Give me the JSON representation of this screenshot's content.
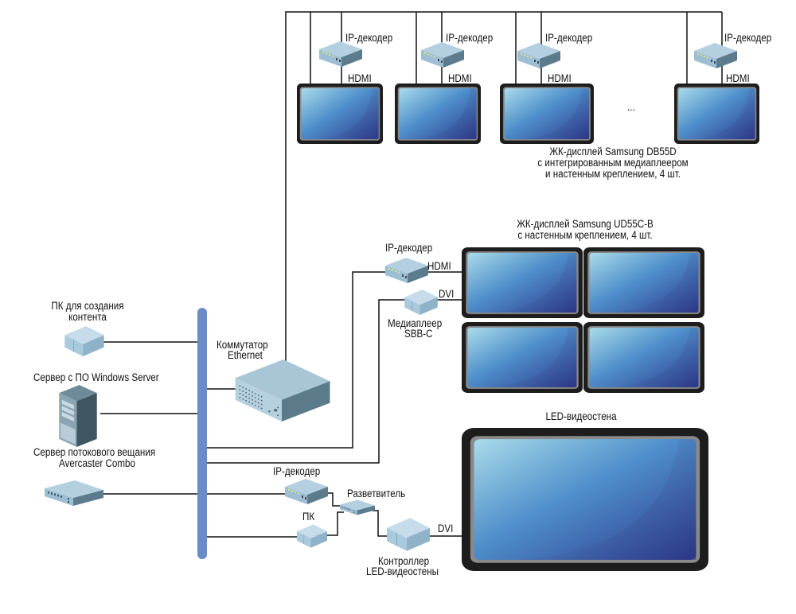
{
  "diagram": {
    "top_row": {
      "decoder_labels": [
        "IP-декодер",
        "IP-декодер",
        "IP-декодер",
        "IP-декодер"
      ],
      "link_labels": [
        "HDMI",
        "HDMI",
        "HDMI",
        "HDMI"
      ],
      "ellipsis": "...",
      "caption": [
        "ЖК-дисплей Samsung DB55D",
        "с интегрированным медиаплеером",
        "и настенным креплением, 4 шт."
      ]
    },
    "video_wall": {
      "caption": [
        "ЖК-дисплей Samsung UD55C-B",
        "с настенным креплением, 4 шт."
      ],
      "decoder_label": "IP-декодер",
      "hdmi_label": "HDMI",
      "dvi_label": "DVI",
      "player_label": [
        "Медиаплеер",
        "SBB-C"
      ]
    },
    "left": {
      "pc_label": [
        "ПК для создания",
        "контента"
      ],
      "server_label": "Сервер с ПО Windows Server",
      "stream_label": [
        "Сервер потокового вещания",
        "Avercaster Combo"
      ]
    },
    "switch_label": [
      "Коммутатор",
      "Ethernet"
    ],
    "led": {
      "title": "LED-видеостена",
      "decoder_label": "IP-декодер",
      "splitter_label": "Разветвитель",
      "pc_label": "ПК",
      "dvi_label": "DVI",
      "controller_label": [
        "Контроллер",
        "LED-видеостены"
      ]
    },
    "colors": {
      "bus": "#6a8cc6",
      "bezel": "#1d1d1d",
      "screen_light": "#a9dbe9",
      "screen_mid": "#4a8ac6",
      "screen_dark": "#2e3a8c",
      "device_top": "#b8d3e3",
      "device_side": "#5d7e90"
    }
  }
}
